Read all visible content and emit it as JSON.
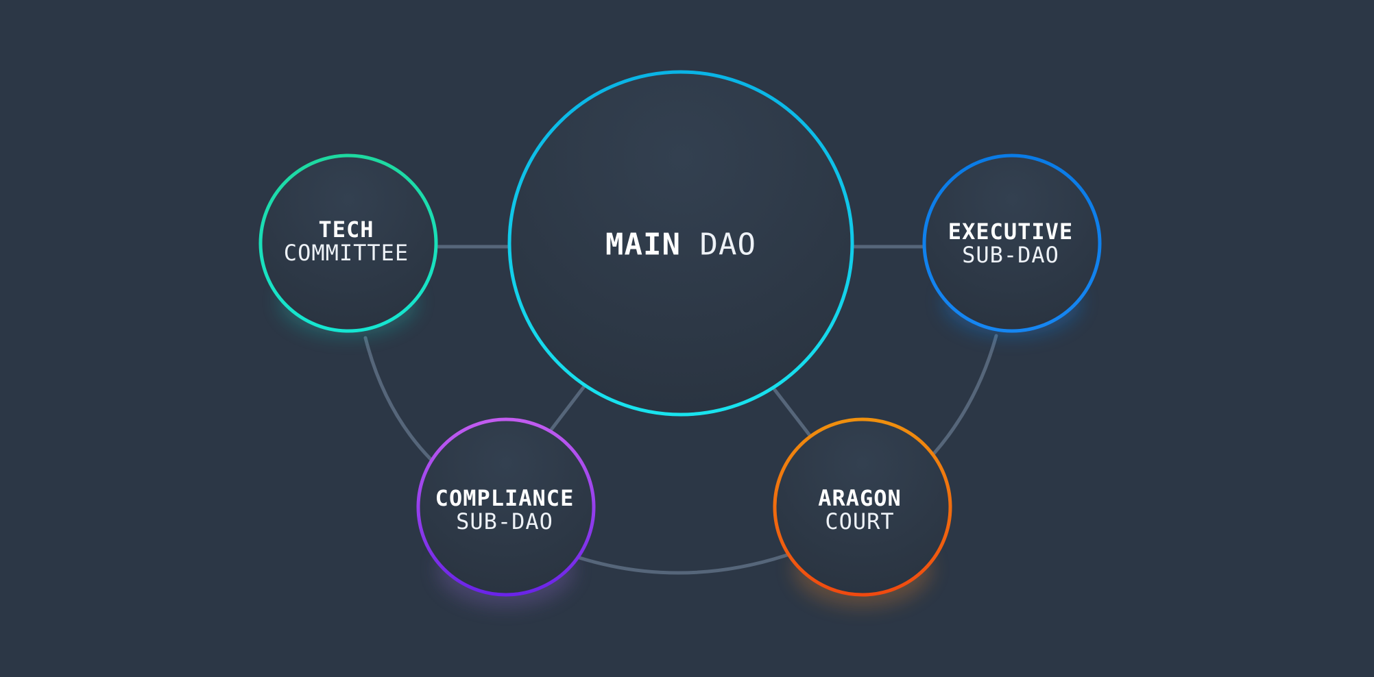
{
  "diagram": {
    "nodes": {
      "main": {
        "line1": "MAIN",
        "line2": "DAO",
        "color_a": "#0ab4e6",
        "color_b": "#19e3ee"
      },
      "tech": {
        "line1": "TECH",
        "line2": "COMMITTEE",
        "color_a": "#1ed9a0",
        "color_b": "#16e6d2"
      },
      "executive": {
        "line1": "EXECUTIVE",
        "line2": "SUB-DAO",
        "color_a": "#0a7be6",
        "color_b": "#1686f2"
      },
      "compliance": {
        "line1": "COMPLIANCE",
        "line2": "SUB-DAO",
        "color_a": "#c25cf0",
        "color_b": "#6a24e8"
      },
      "aragon": {
        "line1": "ARAGON",
        "line2": "COURT",
        "color_a": "#f0900e",
        "color_b": "#f04a10"
      }
    },
    "connector_color": "#56667a",
    "background": "#2c3746"
  }
}
